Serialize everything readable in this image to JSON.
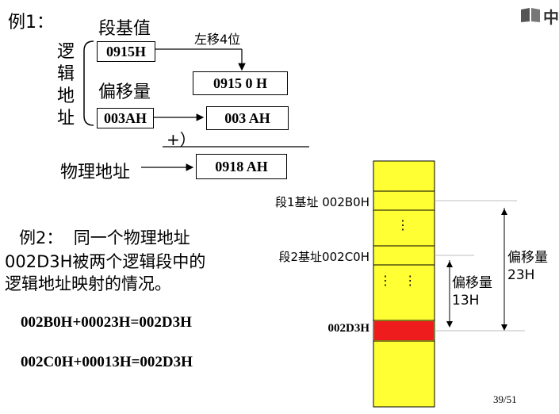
{
  "logo": {
    "icon": "book-icon",
    "text": "中"
  },
  "example1": {
    "title": "例1：",
    "segment_base_label": "段基值",
    "logical_address_label": [
      "逻",
      "辑",
      "地",
      "址"
    ],
    "segment_value": "0915H",
    "shift_label": "左移4位",
    "shifted_value": "0915 0 H",
    "offset_label": "偏移量",
    "offset_value": "003AH",
    "offset_result": "003 AH",
    "plus_label": "+）",
    "physical_label": "物理地址",
    "physical_value": "0918 AH"
  },
  "example2": {
    "line1": "例2：  同一个物理地址",
    "line2": "002D3H被两个逻辑段中的",
    "line3": "逻辑地址映射的情况。",
    "formula1": "002B0H+00023H=002D3H",
    "formula2": "002C0H+00013H=002D3H"
  },
  "memory_diagram": {
    "seg1_label": "段1基址 002B0H",
    "seg2_label": "段2基址002C0H",
    "target_label": "002D3H",
    "dots1": "⋮",
    "dots2": "⋮   ⋮",
    "offset_small": [
      "偏移量",
      "13H"
    ],
    "offset_large": [
      "偏移量",
      "23H"
    ],
    "colors": {
      "memory": "#ffff33",
      "target": "#ee1c1c"
    }
  },
  "page_number": "39/51"
}
